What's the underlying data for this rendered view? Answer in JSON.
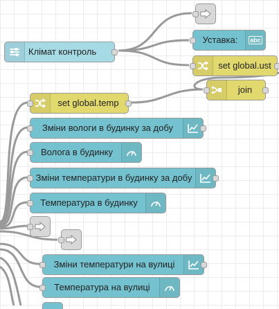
{
  "canvas": {
    "background": "#ffffff",
    "grid_color": "#ececec",
    "wire_color": "#999999"
  },
  "colors": {
    "function_node": "#e2d96e",
    "dashboard_node": "#74c2cf",
    "input_node": "#a6dbe6",
    "link_node": "#d8d8d8"
  },
  "nodes": {
    "climate_control": {
      "label": "Клімат контроль",
      "icon": "sliders-icon"
    },
    "setpoint": {
      "label": "Уставка:",
      "icon": "text-abc-icon"
    },
    "set_global_ust": {
      "label": "set global.ust",
      "icon": "shuffle-icon"
    },
    "set_global_temp": {
      "label": "set global.temp",
      "icon": "shuffle-icon"
    },
    "join": {
      "label": "join",
      "icon": "join-icon"
    },
    "humidity_chart": {
      "label": "Зміни вологи в будинку за добу",
      "icon": "chart-icon"
    },
    "humidity_gauge": {
      "label": "Волога в будинку",
      "icon": "gauge-icon"
    },
    "temp_chart": {
      "label": "Зміни температури в будинку за добу",
      "icon": "chart-icon"
    },
    "temp_gauge": {
      "label": "Температура в будинку",
      "icon": "gauge-icon"
    },
    "outdoor_temp_chart": {
      "label": "Зміни температури на вулиці",
      "icon": "chart-icon"
    },
    "outdoor_temp_gauge": {
      "label": "Температура на вулиці",
      "icon": "gauge-icon"
    },
    "link_out_1": {
      "icon": "link-out-icon"
    },
    "link_out_2": {
      "icon": "link-out-icon"
    },
    "link_out_3": {
      "icon": "link-out-icon"
    }
  }
}
